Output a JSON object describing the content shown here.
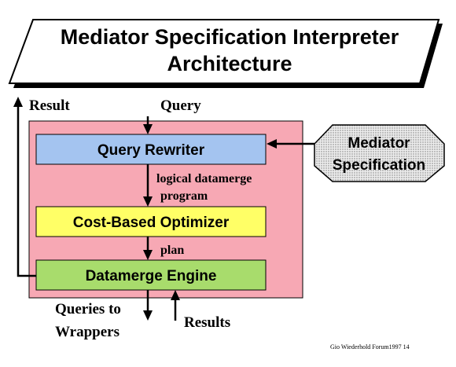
{
  "title": {
    "line1": "Mediator Specification Interpreter",
    "line2": "Architecture"
  },
  "labels": {
    "result": "Result",
    "query": "Query",
    "logical_line1": "logical datamerge",
    "logical_line2": "program",
    "plan": "plan",
    "queries_line1": "Queries to",
    "queries_line2": "Wrappers",
    "results": "Results"
  },
  "components": {
    "query_rewriter": "Query Rewriter",
    "optimizer": "Cost-Based Optimizer",
    "engine": "Datamerge Engine",
    "spec_line1": "Mediator",
    "spec_line2": "Specification"
  },
  "footer": "Gio Wiederhold Forum1997  14",
  "colors": {
    "container": "#f7a8b4",
    "query_rewriter": "#a4c4f0",
    "optimizer": "#ffff66",
    "engine": "#a8dc6c",
    "spec": "#e2e2e2"
  }
}
